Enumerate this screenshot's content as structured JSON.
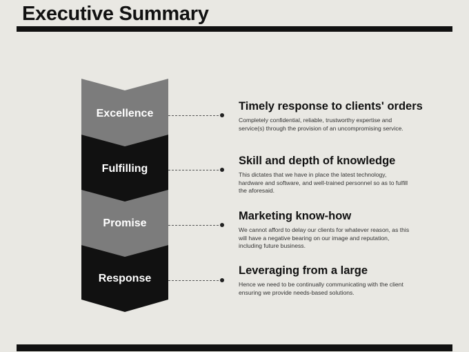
{
  "title": "Executive Summary",
  "colors": {
    "light_chevron": "#7c7c7c",
    "dark_chevron": "#111111"
  },
  "steps": [
    {
      "label": "Excellence",
      "heading": "Timely response to clients' orders",
      "description": "Completely confidential, reliable, trustworthy expertise and service(s) through the provision of an uncompromising service."
    },
    {
      "label": "Fulfilling",
      "heading": "Skill and depth of knowledge",
      "description": "This dictates that we have in place the latest technology, hardware and software, and well-trained personnel so as to fulfill the aforesaid."
    },
    {
      "label": "Promise",
      "heading": "Marketing know-how",
      "description": "We cannot afford to delay our clients for whatever reason, as this will have a negative bearing on our image and reputation, including future business."
    },
    {
      "label": "Response",
      "heading": "Leveraging from a large",
      "description": "Hence we need to be continually communicating with the client ensuring we provide needs-based solutions."
    }
  ]
}
